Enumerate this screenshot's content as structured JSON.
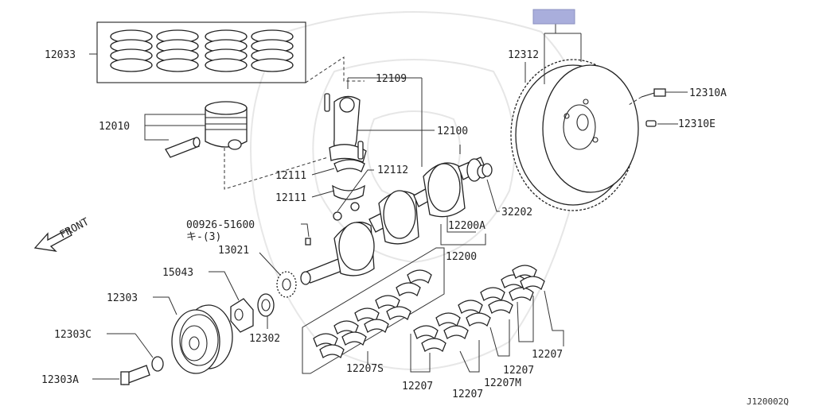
{
  "diagram": {
    "labels": {
      "p12033": "12033",
      "p12010": "12010",
      "p12109": "12109",
      "p12100": "12100",
      "p12111a": "12111",
      "p12111b": "12111",
      "p12112": "12112",
      "p00926": "00926-51600",
      "p00926_qty": "キ-(3)",
      "p13021": "13021",
      "p15043": "15043",
      "p12303": "12303",
      "p12303C": "12303C",
      "p12303A": "12303A",
      "p12302": "12302",
      "p12207S": "12207S",
      "p12207a": "12207",
      "p12207b": "12207",
      "p12207c": "12207",
      "p12207d": "12207",
      "p12207M": "12207M",
      "p12200": "12200",
      "p12200A": "12200A",
      "p32202": "32202",
      "p12312": "12312",
      "p12310A": "12310A",
      "p12310E": "12310E"
    },
    "front_label": "FRONT",
    "diagram_code": "J120002Q",
    "highlight_color": "#a9aedc"
  }
}
